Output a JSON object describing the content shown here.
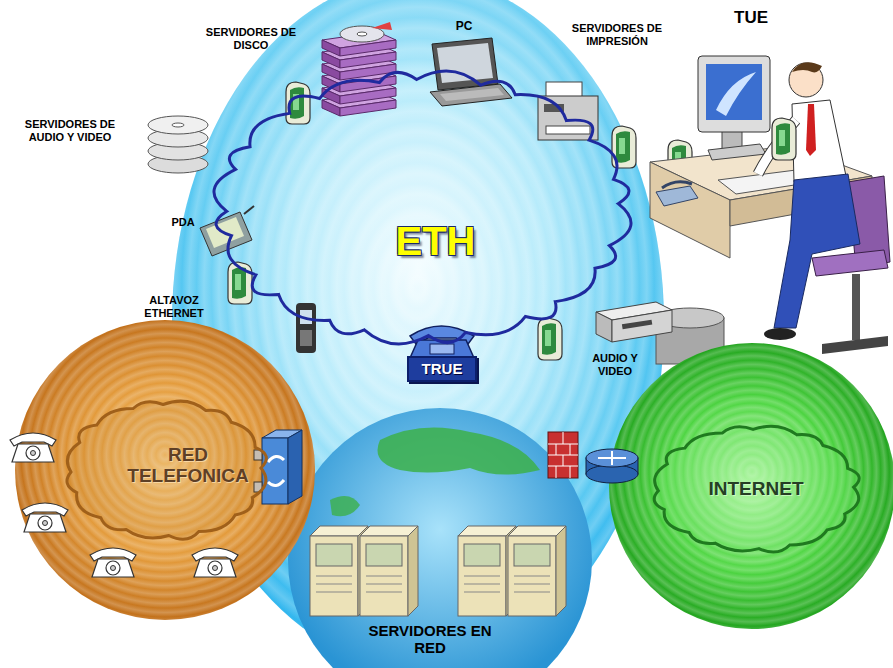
{
  "diagram": {
    "nodes": [
      {
        "text": [
          "ETH"
        ]
      },
      {
        "text": [
          "TRUE"
        ]
      },
      {
        "text": [
          "RED TELEFONICA"
        ]
      },
      {
        "text": [
          "INTERNET"
        ]
      }
    ],
    "labels": [
      "SERVIDORES DE DISCO",
      "PC",
      "SERVIDORES DE IMPRESIÓN",
      "TUE",
      "SERVIDORES DE AUDIO Y VIDEO",
      "PDA",
      "ALTAVOZ ETHERNET",
      "AUDIO Y VIDEO",
      "SERVIDORES EN RED"
    ]
  }
}
